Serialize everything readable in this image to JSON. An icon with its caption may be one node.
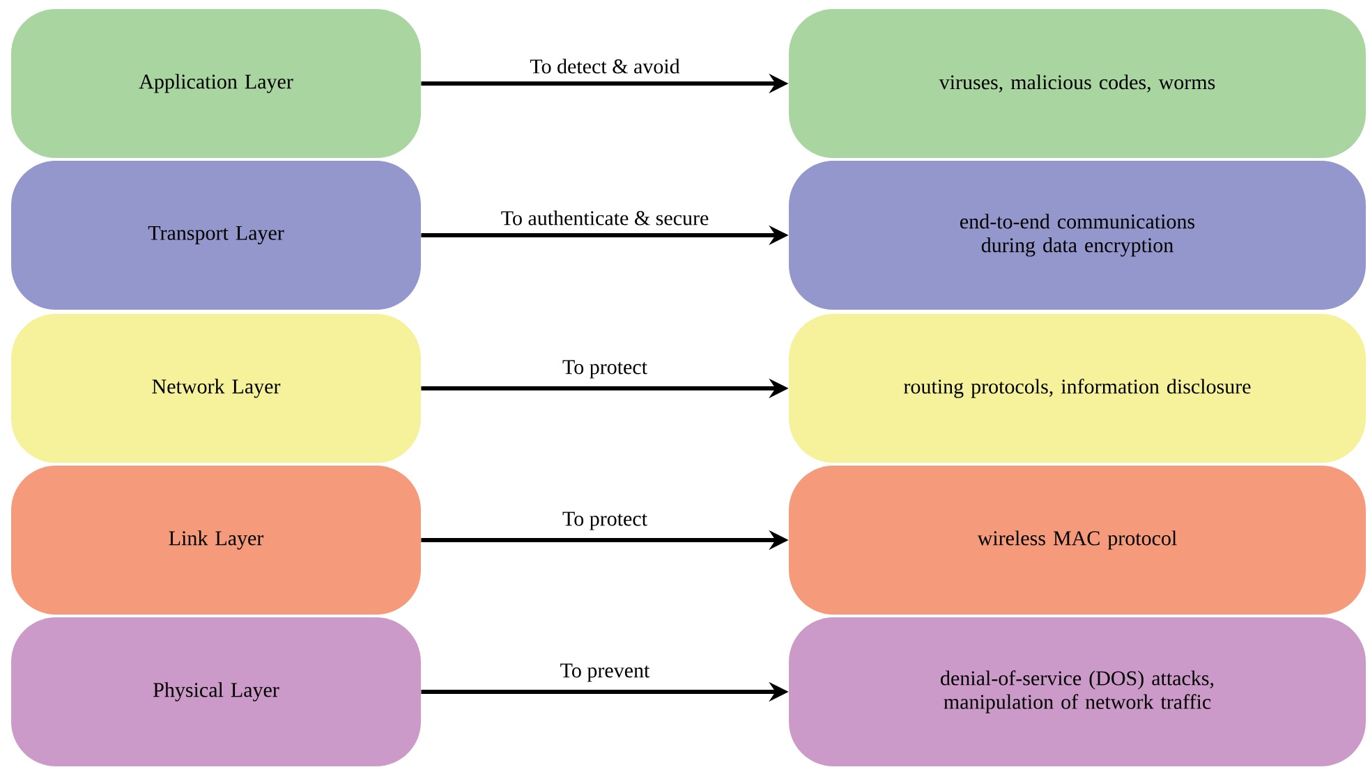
{
  "diagram": {
    "nodes": [
      {
        "text": [
          "Application Layer"
        ]
      },
      {
        "text": [
          "viruses, malicious codes, worms"
        ]
      },
      {
        "text": [
          "Transport Layer"
        ]
      },
      {
        "text": [
          "end-to-end communications during data encryption"
        ]
      },
      {
        "text": [
          "Network Layer"
        ]
      },
      {
        "text": [
          "routing protocols, information disclosure"
        ]
      },
      {
        "text": [
          "Link Layer"
        ]
      },
      {
        "text": [
          "wireless MAC protocol"
        ]
      },
      {
        "text": [
          "Physical Layer"
        ]
      },
      {
        "text": [
          "denial-of-service (DOS) attacks, manipulation of network traffic"
        ]
      }
    ],
    "edges": [
      {
        "from": 0,
        "to": 1,
        "arrow": "to",
        "label": "To detect & avoid"
      },
      {
        "from": 2,
        "to": 3,
        "arrow": "to",
        "label": "To authenticate & secure"
      },
      {
        "from": 4,
        "to": 5,
        "arrow": "to",
        "label": "To protect"
      },
      {
        "from": 6,
        "to": 7,
        "arrow": "to",
        "label": "To protect"
      },
      {
        "from": 8,
        "to": 9,
        "arrow": "to",
        "label": "To prevent"
      }
    ]
  }
}
